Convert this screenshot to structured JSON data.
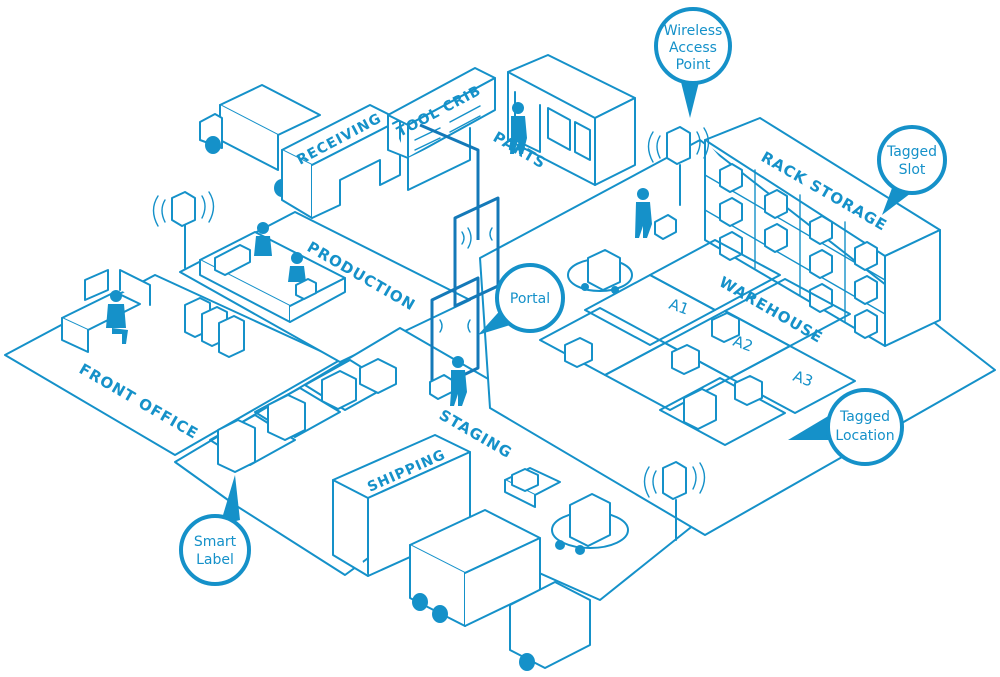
{
  "zones": {
    "front_office": "FRONT OFFICE",
    "production": "PRODUCTION",
    "receiving": "RECEIVING",
    "tool_crib": "TOOL CRIB",
    "parts": "PARTS",
    "rack_storage": "RACK STORAGE",
    "warehouse": "WAREHOUSE",
    "staging": "STAGING",
    "shipping": "SHIPPING"
  },
  "slots": {
    "a1": "A1",
    "a2": "A2",
    "a3": "A3"
  },
  "callouts": {
    "wireless_line1": "Wireless",
    "wireless_line2": "Access",
    "wireless_line3": "Point",
    "tagged_slot_line1": "Tagged",
    "tagged_slot_line2": "Slot",
    "portal": "Portal",
    "tagged_location_line1": "Tagged",
    "tagged_location_line2": "Location",
    "smart_label_line1": "Smart",
    "smart_label_line2": "Label"
  },
  "colors": {
    "line": "#1591c9",
    "fill": "#1591c9",
    "dark": "#1479b8",
    "background": "#ffffff"
  },
  "icons": [
    "access-point-icon",
    "worker-icon",
    "forklift-icon",
    "truck-icon",
    "box-stack-icon",
    "portal-gate-icon"
  ]
}
